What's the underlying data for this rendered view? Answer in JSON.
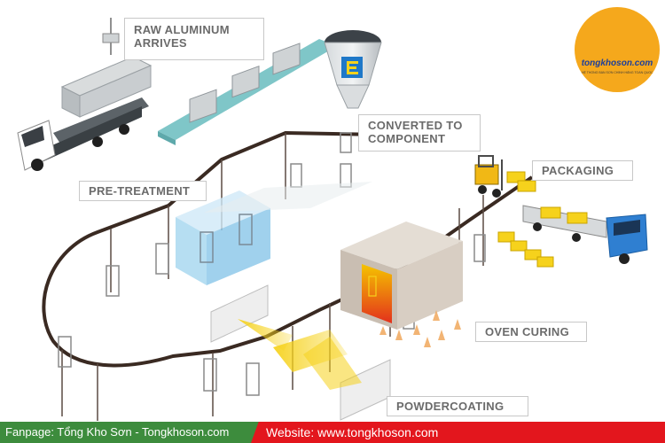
{
  "labels": {
    "raw_aluminum_line1": "RAW ALUMINUM",
    "raw_aluminum_line2": "ARRIVES",
    "converted_line1": "CONVERTED TO",
    "converted_line2": "COMPONENT",
    "pretreatment": "PRE-TREATMENT",
    "packaging": "PACKAGING",
    "oven_curing": "OVEN CURING",
    "powdercoating": "POWDERCOATING"
  },
  "logo": {
    "brand": "tongkhoson.com",
    "tagline": "HỆ THỐNG BÁN SƠN CHÍNH HÃNG TOÀN QUỐC"
  },
  "footer": {
    "fanpage": "Fanpage: Tổng Kho Sơn - Tongkhoson.com",
    "website": "Website: www.tongkhoson.com"
  },
  "colors": {
    "label_text": "#6b6b6b",
    "label_border": "#c8c8c8",
    "conveyor_rail": "#3a2a22",
    "belt": "#7fc6c8",
    "tank": "#a9d8f0",
    "oven_glow": "#e8401c",
    "powder_yellow": "#f6d21c",
    "truck_blue": "#2f7fd1",
    "footer_green": "#3d8c3d",
    "footer_red": "#e3161d",
    "logo_orange": "#f5a81c"
  }
}
